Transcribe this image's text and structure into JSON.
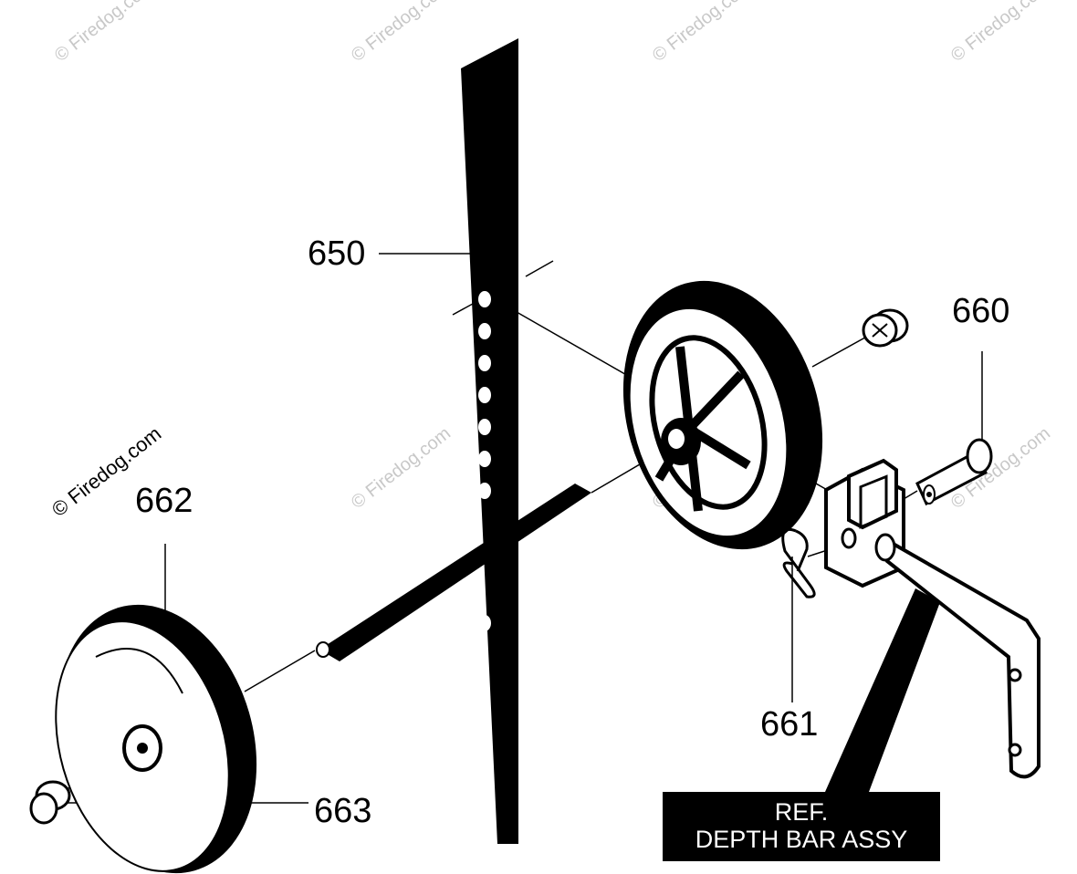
{
  "callouts": {
    "c650": "650",
    "c660": "660",
    "c661": "661",
    "c662": "662",
    "c663": "663"
  },
  "reference": {
    "line1": "REF.",
    "line2": "DEPTH BAR ASSY"
  },
  "watermark": {
    "text": "© Firedog.com"
  },
  "colors": {
    "ink": "#000000",
    "paper": "#ffffff",
    "watermark": "#c8c8c8"
  }
}
